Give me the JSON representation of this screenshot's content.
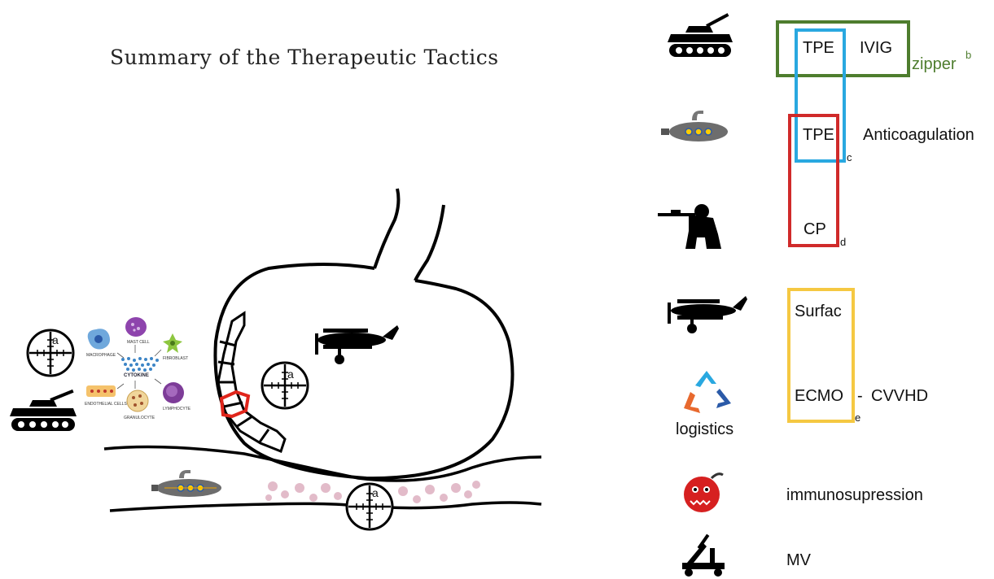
{
  "title": "Summary of the Therapeutic Tactics",
  "crosshair_label": "a",
  "cytokine_panel": {
    "center": "CYTOKINE",
    "cells": [
      "MACROPHAGE",
      "MAST CELL",
      "FIBROBLAST",
      "ENDOTHELIAL CELLS",
      "GRANULOCYTE",
      "LYMPHOCYTE"
    ]
  },
  "legend": {
    "row1": {
      "icon": "tank-icon",
      "left": "TPE",
      "right": "IVIG",
      "bracket_label": "zipper",
      "bracket_sup": "b"
    },
    "row2": {
      "icon": "submarine-icon",
      "left": "TPE",
      "right": "Anticoagulation",
      "bracket_sub": "c"
    },
    "row3": {
      "icon": "sniper-icon",
      "left": "CP",
      "bracket_sub": "d"
    },
    "row4": {
      "icon": "biplane-icon",
      "left": "Surfac"
    },
    "row5": {
      "icon": "recycle-icon",
      "icon_label": "logistics",
      "left": "ECMO",
      "dash": "-",
      "right": "CVVHD",
      "bracket_sub": "e"
    },
    "row6": {
      "icon": "bomb-icon",
      "label": "immunosupression"
    },
    "row7": {
      "icon": "catapult-icon",
      "label": "MV"
    }
  },
  "colors": {
    "green_box": "#4e7d2e",
    "blue_box": "#29a8e0",
    "red_box": "#d02a2a",
    "yellow_box": "#f5c842",
    "alveolus_highlight": "#e0251b"
  }
}
